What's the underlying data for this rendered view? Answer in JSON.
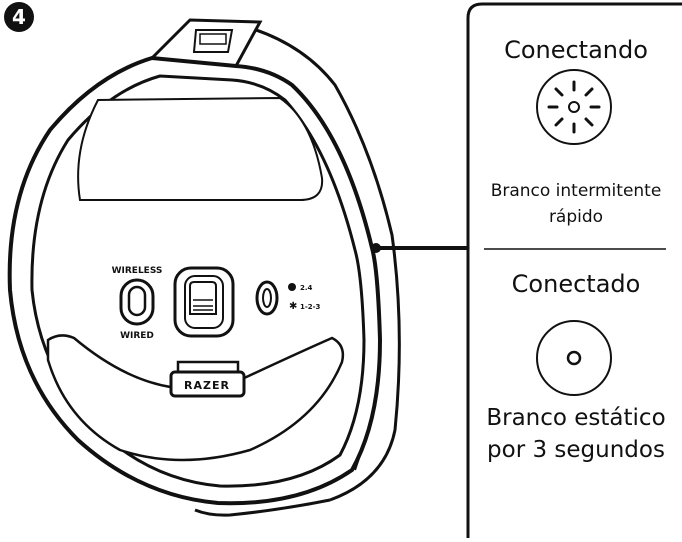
{
  "step_badge": "4",
  "device": {
    "switch_top_label": "WIRELESS",
    "switch_bottom_label": "WIRED",
    "mode_24_label": "2.4",
    "mode_bt_label": "1-2-3",
    "logo_text": "RAZER"
  },
  "panel": {
    "state1": {
      "title": "Conectando",
      "description_line1": "Branco intermitente",
      "description_line2": "rápido",
      "icon": "blinking-light-icon"
    },
    "state2": {
      "title": "Conectado",
      "description_line1": "Branco estático",
      "description_line2": "por 3 segundos",
      "icon": "steady-light-icon"
    }
  },
  "colors": {
    "ink": "#111111",
    "background": "#ffffff"
  }
}
